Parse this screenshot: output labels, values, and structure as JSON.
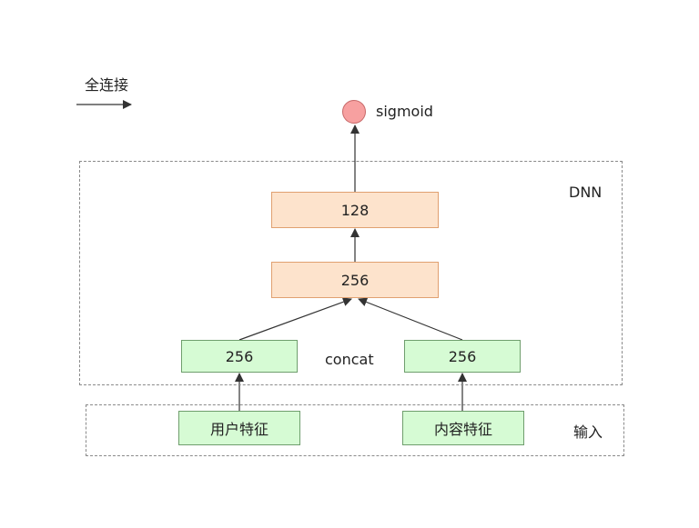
{
  "legend": {
    "label": "全连接"
  },
  "output": {
    "label": "sigmoid",
    "color": "#f7a0a0"
  },
  "dnn": {
    "label": "DNN",
    "layers": [
      {
        "label": "128"
      },
      {
        "label": "256"
      }
    ],
    "concat_label": "concat",
    "towers": [
      {
        "label": "256"
      },
      {
        "label": "256"
      }
    ]
  },
  "input": {
    "label": "输入",
    "features": [
      {
        "label": "用户特征"
      },
      {
        "label": "内容特征"
      }
    ]
  },
  "colors": {
    "dense_layer": "#fde3cc",
    "tower_layer": "#d6fbd4",
    "output_node": "#f7a0a0"
  }
}
